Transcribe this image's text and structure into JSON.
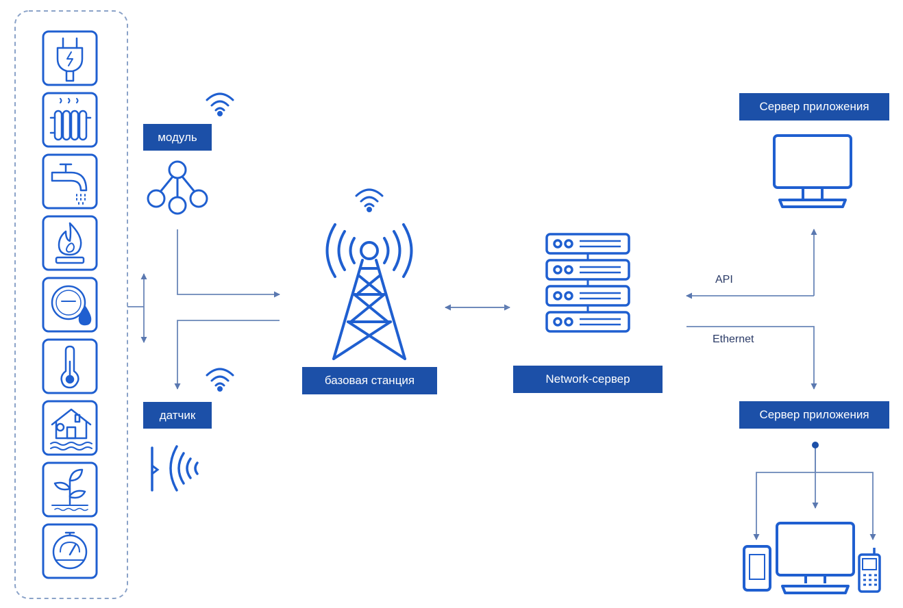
{
  "labels": {
    "module": "модуль",
    "sensor": "датчик",
    "base_station": "базовая станция",
    "network_server": "Network-сервер",
    "app_server_top": "Сервер приложения",
    "app_server_bottom": "Сервер приложения",
    "api": "API",
    "ethernet": "Ethernet"
  },
  "device_icons": [
    "plug-icon",
    "radiator-icon",
    "water-tap-icon",
    "gas-flame-icon",
    "water-meter-icon",
    "thermometer-icon",
    "flooded-house-icon",
    "plant-icon",
    "pressure-gauge-icon"
  ],
  "colors": {
    "primary": "#1c50a8",
    "stroke": "#1f5fd0",
    "line": "#6a86b8",
    "dashed_border": "#8aa2c8"
  }
}
